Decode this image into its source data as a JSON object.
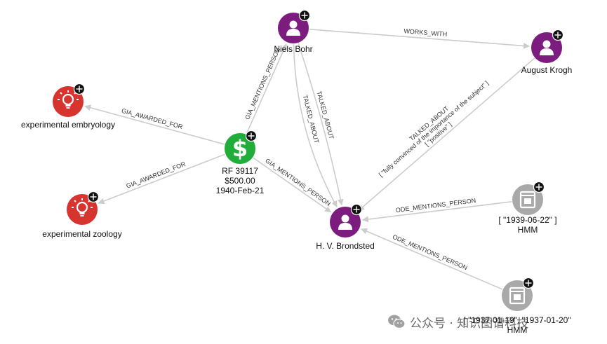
{
  "colors": {
    "person": "#7b1c7e",
    "grant": "#21ad39",
    "topic": "#d8342f",
    "document": "#a9a9a9",
    "edge": "#cccccc",
    "badge": "#111111"
  },
  "nodes": [
    {
      "id": "bohr",
      "type": "person",
      "icon": "person-icon",
      "label_lines": [
        "Niels Bohr"
      ]
    },
    {
      "id": "krogh",
      "type": "person",
      "icon": "person-icon",
      "label_lines": [
        "August Krogh"
      ]
    },
    {
      "id": "brondsted",
      "type": "person",
      "icon": "person-icon",
      "label_lines": [
        "H. V. Brondsted"
      ]
    },
    {
      "id": "grant",
      "type": "grant",
      "icon": "dollar-icon",
      "label_lines": [
        "RF 39117",
        "$500.00",
        "1940-Feb-21"
      ]
    },
    {
      "id": "embryology",
      "type": "topic",
      "icon": "lightbulb-icon",
      "label_lines": [
        "experimental embryology"
      ]
    },
    {
      "id": "zoology",
      "type": "topic",
      "icon": "lightbulb-icon",
      "label_lines": [
        "experimental zoology"
      ]
    },
    {
      "id": "doc1",
      "type": "document",
      "icon": "document-icon",
      "label_lines": [
        "[ \"1939-06-22\" ]",
        "HMM"
      ]
    },
    {
      "id": "doc2",
      "type": "document",
      "icon": "document-icon",
      "label_lines": [
        "[ \"1937-01-19\", \"1937-01-20\"",
        "HMM"
      ]
    }
  ],
  "edges": [
    {
      "id": "e1",
      "from": "bohr",
      "to": "krogh",
      "label": "WORKS_WITH"
    },
    {
      "id": "e2",
      "from": "grant",
      "to": "bohr",
      "label": "GIA_MENTIONS_PERSON"
    },
    {
      "id": "e3",
      "from": "bohr",
      "to": "brondsted",
      "label": "TALKED_ABOUT"
    },
    {
      "id": "e4",
      "from": "bohr",
      "to": "brondsted",
      "label": "TALKED_ABOUT"
    },
    {
      "id": "e5",
      "from": "krogh",
      "to": "brondsted",
      "label": "TALKED_ABOUT",
      "label2": "[ \"fully convinced of the importance of the subject\" ]",
      "label3": "[ \"positive\" ]"
    },
    {
      "id": "e6",
      "from": "grant",
      "to": "embryology",
      "label": "GIA_AWARDED_FOR"
    },
    {
      "id": "e7",
      "from": "grant",
      "to": "zoology",
      "label": "GIA_AWARDED_FOR"
    },
    {
      "id": "e8",
      "from": "grant",
      "to": "brondsted",
      "label": "GIA_MENTIONS_PERSON"
    },
    {
      "id": "e9",
      "from": "doc1",
      "to": "brondsted",
      "label": "ODE_MENTIONS_PERSON"
    },
    {
      "id": "e10",
      "from": "doc2",
      "to": "brondsted",
      "label": "ODE_MENTIONS_PERSON"
    }
  ],
  "watermark": {
    "text": "公众号 · 知识图谱科技",
    "icon": "wechat-icon"
  }
}
